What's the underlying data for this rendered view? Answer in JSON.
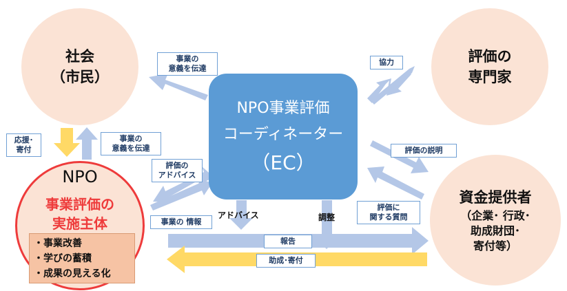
{
  "society": {
    "line1": "社会",
    "line2": "（市民）"
  },
  "evaluation_expert": {
    "line1": "評価の",
    "line2": "専門家"
  },
  "funders": {
    "title": "資金提供者",
    "line1": "（企業･ 行政･",
    "line2": "助成財団･",
    "line3": "寄付等）"
  },
  "ec": {
    "line1": "NPO事業評価",
    "line2": "コーディネーター",
    "line3": "（EC）"
  },
  "npo": {
    "title": "NPO",
    "subtitle_line1": "事業評価の",
    "subtitle_line2": "実施主体",
    "bullets": [
      "・事業改善",
      "・学びの蓄積",
      "・成果の見える化"
    ]
  },
  "labels": {
    "ec_to_society_line1": "事業の",
    "ec_to_society_line2": "意義を伝達",
    "support_line1": "応援･",
    "support_line2": "寄付",
    "npo_to_society_line1": "事業の",
    "npo_to_society_line2": "意義を伝達",
    "cooperation": "協力",
    "eval_advice_line1": "評価の",
    "eval_advice_line2": "アドバイス",
    "business_info": "事業の 情報",
    "advice": "アドバイス",
    "coordination": "調整",
    "explain_eval": "評価の説明",
    "eval_questions_line1": "評価に",
    "eval_questions_line2": "関する質問",
    "report": "報告",
    "grant_donation": "助成･寄付"
  },
  "colors": {
    "circle_fill": "#fbe3d5",
    "npo_border": "#ee3b3b",
    "ec_fill": "#5b9bd5",
    "arrow_blue": "#b4c7e7",
    "arrow_yellow": "#ffd966",
    "label_border": "#6f9fd4"
  }
}
